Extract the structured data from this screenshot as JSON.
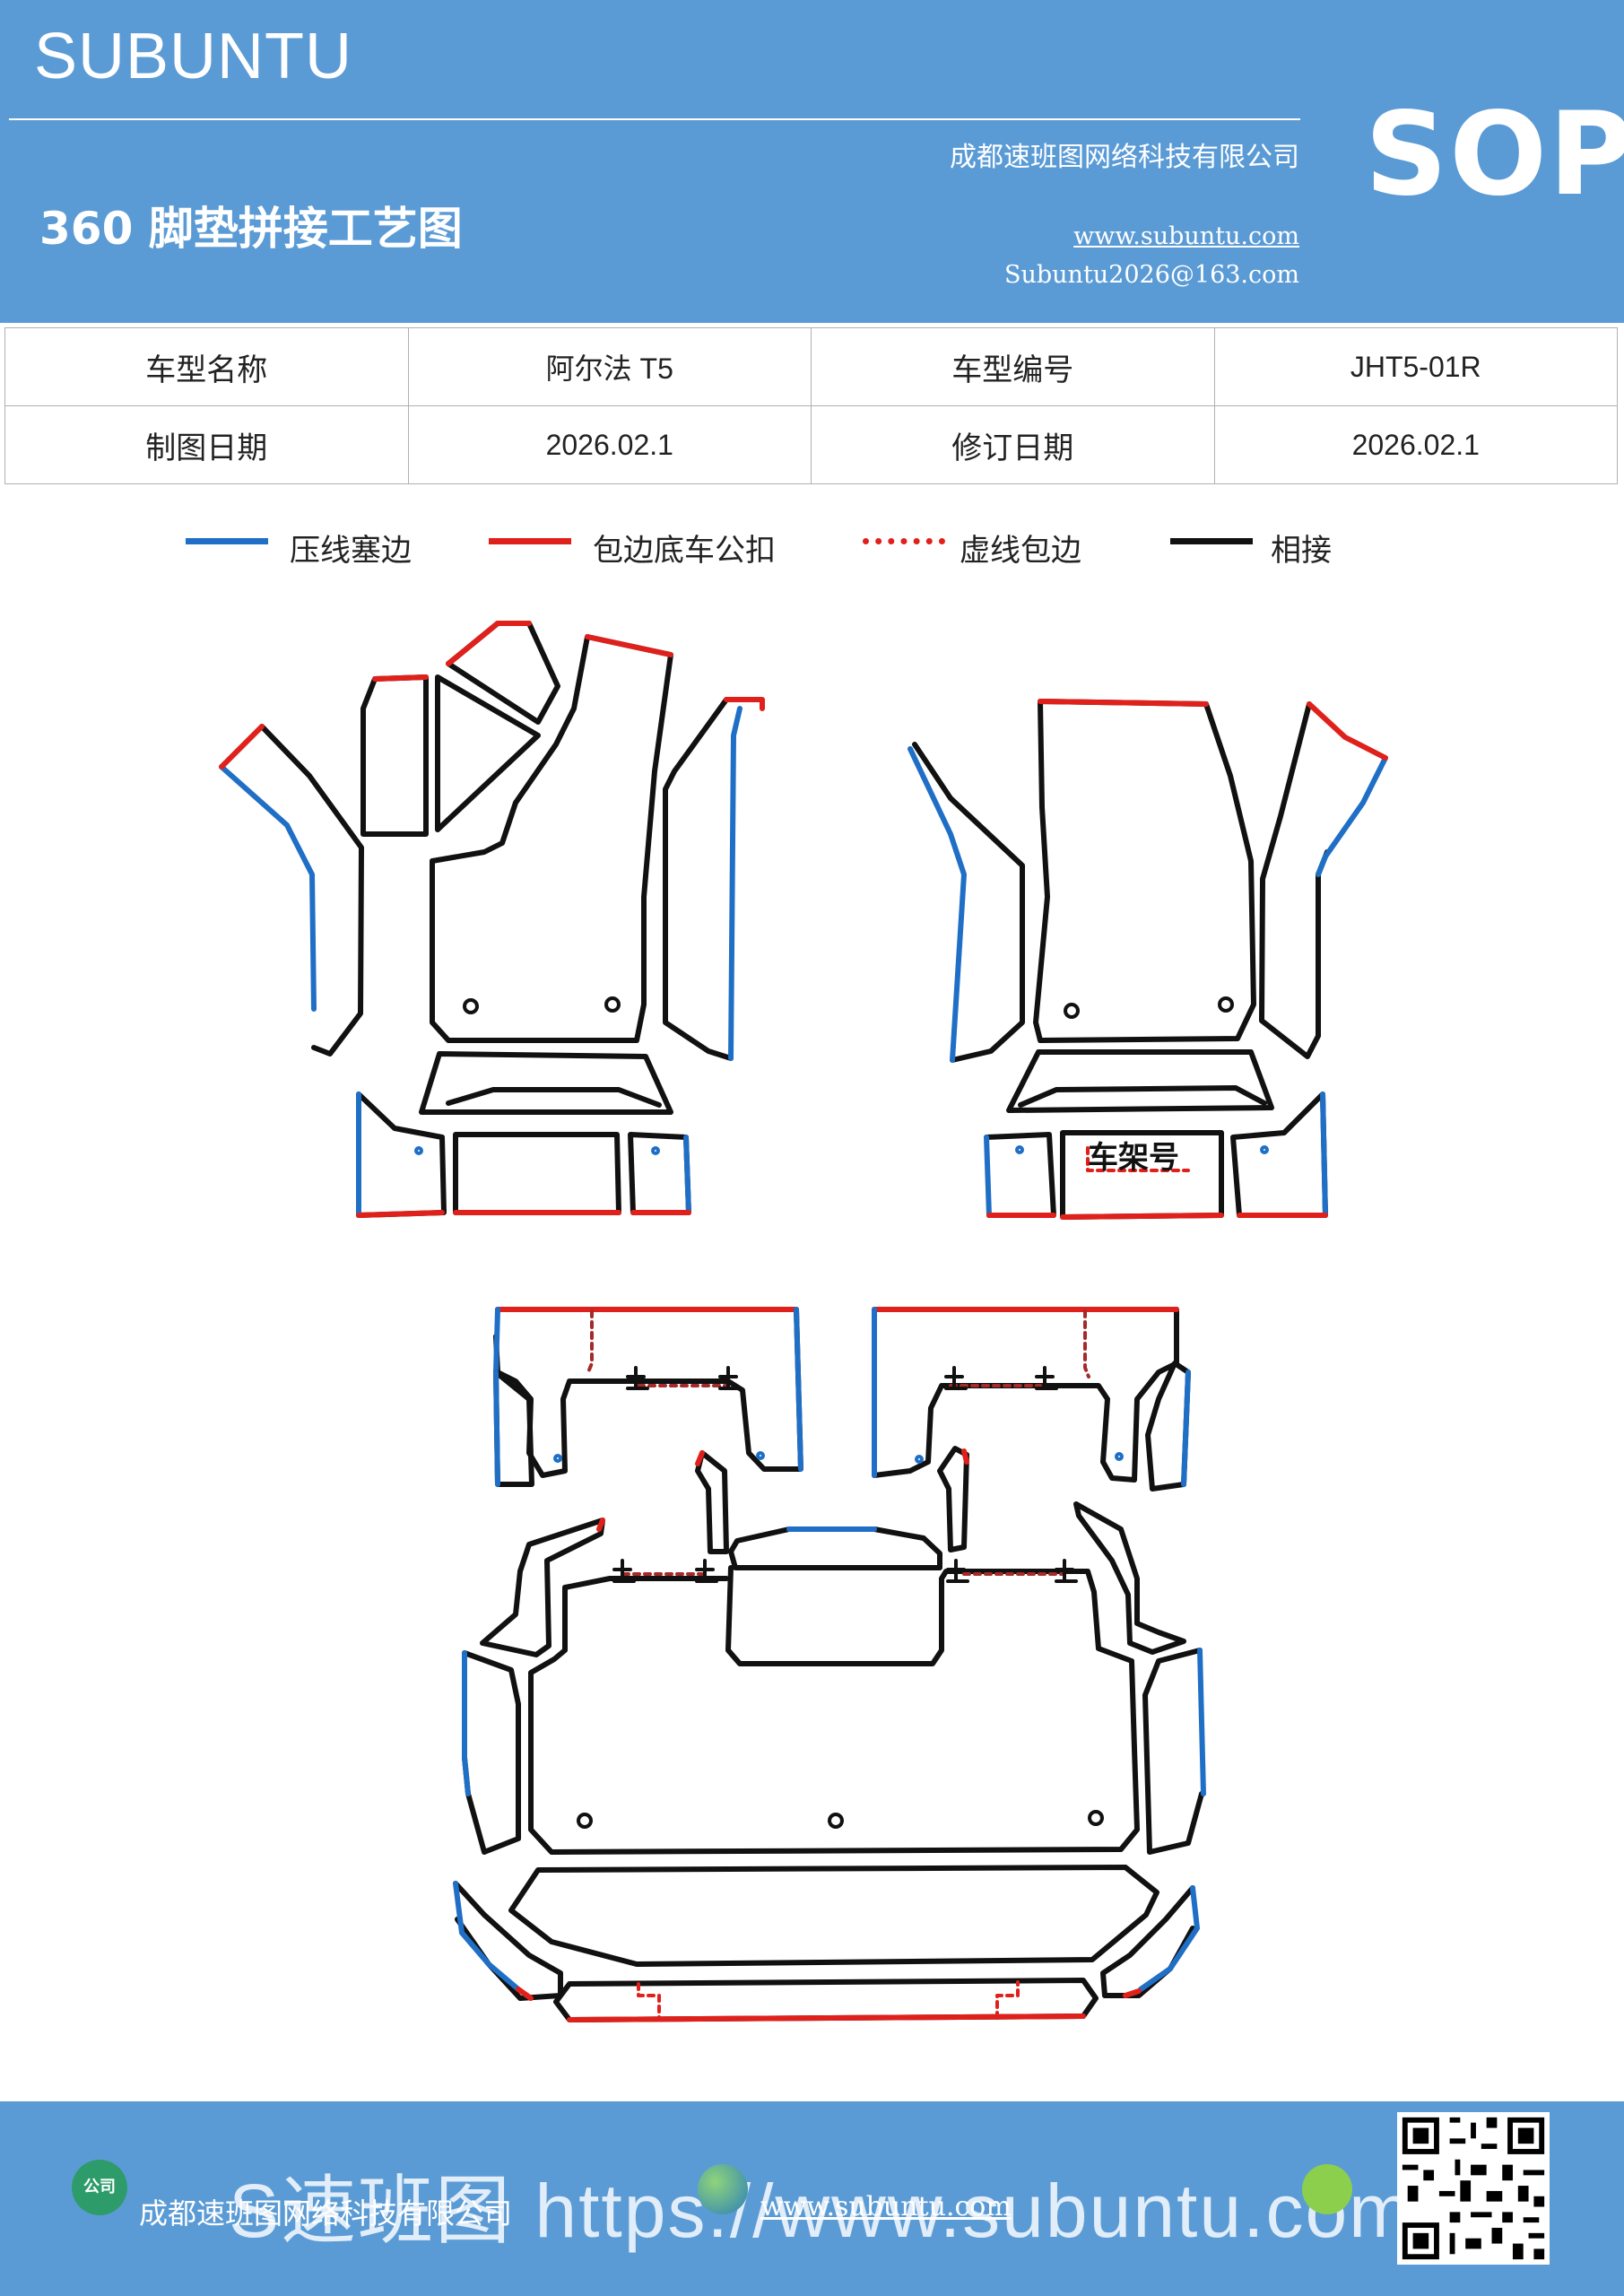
{
  "header": {
    "brand": "SUBUNTU",
    "title": "360 脚垫拼接工艺图",
    "company": "成都速班图网络科技有限公司",
    "website": "www.subuntu.com",
    "email": "Subuntu2026@163.com",
    "badge": "SOP"
  },
  "info_table": {
    "rows": [
      {
        "label1": "车型名称",
        "value1": "阿尔法 T5",
        "label2": "车型编号",
        "value2": "JHT5-01R"
      },
      {
        "label1": "制图日期",
        "value1": "2026.02.1",
        "label2": "修订日期",
        "value2": "2026.02.1"
      }
    ]
  },
  "legend": [
    {
      "label": "压线塞边",
      "color": "#1f6fc6",
      "style": "solid"
    },
    {
      "label": "包边底车公扣",
      "color": "#e0201b",
      "style": "solid"
    },
    {
      "label": "虚线包边",
      "color": "#e0201b",
      "style": "dotted"
    },
    {
      "label": "相接",
      "color": "#111111",
      "style": "solid"
    }
  ],
  "diagram": {
    "frame_label": "车架号"
  },
  "footer": {
    "icon": "公司",
    "company": "成都速班图网络科技有限公司",
    "website": "www.subuntu.com",
    "watermark": "S速班图 https://www.subuntu.com"
  },
  "colors": {
    "header_bg": "#5b9bd5",
    "blue_edge": "#1f6fc6",
    "red_edge": "#e0201b",
    "black_edge": "#111111"
  }
}
